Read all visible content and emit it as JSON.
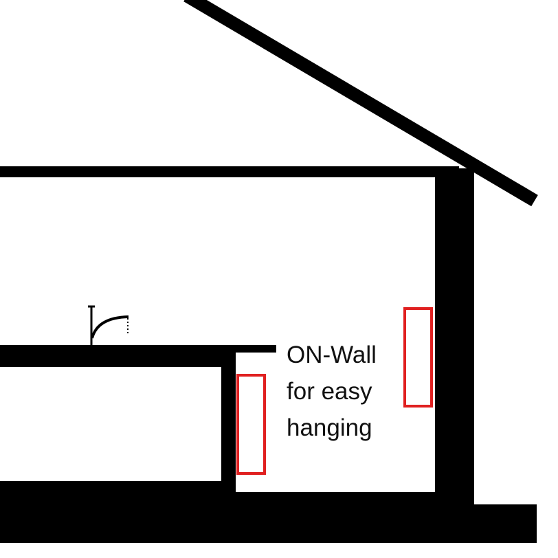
{
  "annotation": {
    "lines": [
      "ON-Wall",
      "for easy",
      "hanging"
    ]
  },
  "colors": {
    "structure": "#000000",
    "highlight": "#e02020",
    "background": "#ffffff"
  },
  "icons": [
    "faucet-icon"
  ]
}
